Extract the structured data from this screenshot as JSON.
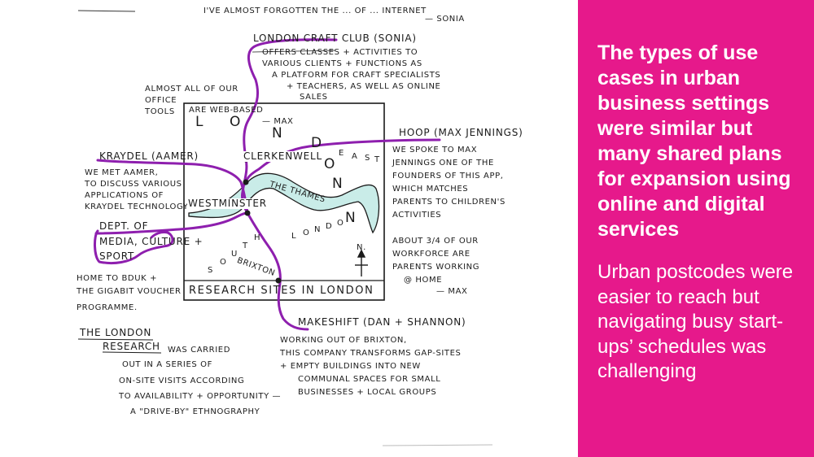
{
  "sidebar": {
    "heading": "The types of use cases in urban business settings were similar but many shared plans for expansion using online and digital services",
    "body": "Urban postcodes were easier to reach but navigating busy start-ups’ schedules was challenging"
  },
  "sketch": {
    "top_quote": "I'VE ALMOST FORGOTTEN THE ... OF ... INTERNET",
    "top_quote_author": "— SONIA",
    "craft_club": {
      "title": "LONDON CRAFT CLUB (SONIA)",
      "lines": [
        "OFFERS CLASSES + ACTIVITIES TO",
        "VARIOUS CLIENTS + FUNCTIONS AS",
        "A PLATFORM FOR CRAFT SPECIALISTS",
        "+ TEACHERS, AS WELL AS ONLINE",
        "SALES"
      ]
    },
    "max_quote": [
      "ALMOST ALL OF OUR",
      "OFFICE",
      "TOOLS",
      "ARE WEB-BASED"
    ],
    "max_quote_author": "— MAX",
    "hoop": {
      "title": "HOOP (MAX JENNINGS)",
      "lines": [
        "WE SPOKE TO MAX",
        "JENNINGS ONE OF THE",
        "FOUNDERS OF THIS APP,",
        "WHICH MATCHES",
        "PARENTS TO CHILDREN'S",
        "ACTIVITIES"
      ]
    },
    "workforce_quote": [
      "ABOUT 3/4 OF OUR",
      "WORKFORCE ARE",
      "PARENTS WORKING",
      "@ HOME"
    ],
    "workforce_author": "— MAX",
    "kraydel": {
      "title": "KRAYDEL (AAMER)",
      "lines": [
        "WE MET AAMER,",
        "TO DISCUSS VARIOUS",
        "APPLICATIONS OF",
        "KRAYDEL TECHNOLOGY"
      ]
    },
    "dcms": {
      "title_lines": [
        "DEPT. OF",
        "MEDIA, CULTURE +",
        "SPORT"
      ],
      "lines": [
        "HOME TO BDUK +",
        "THE GIGABIT VOUCHER",
        "PROGRAMME."
      ]
    },
    "makeshift": {
      "title": "MAKESHIFT (DAN + SHANNON)",
      "lines": [
        "WORKING OUT OF BRIXTON,",
        "THIS COMPANY TRANSFORMS GAP-SITES",
        "+ EMPTY BUILDINGS INTO NEW",
        "COMMUNAL SPACES FOR SMALL",
        "BUSINESSES + LOCAL GROUPS"
      ]
    },
    "research_note": {
      "title_lines": [
        "THE LONDON",
        "RESEARCH"
      ],
      "lines": [
        "WAS CARRIED",
        "OUT IN A SERIES OF",
        "ON-SITE VISITS ACCORDING",
        "TO AVAILABILITY + OPPORTUNITY —",
        "A \"DRIVE-BY\" ETHNOGRAPHY"
      ]
    },
    "map": {
      "caption": "RESEARCH SITES IN LONDON",
      "places": {
        "clerkenwell": "CLERKENWELL",
        "westminster": "WESTMINSTER",
        "thames": "THE THAMES",
        "brixton": "BRIXTON",
        "north": "N."
      },
      "letters": {
        "london": [
          "L",
          "O",
          "N",
          "D",
          "O",
          "N"
        ],
        "east": [
          "E",
          "A",
          "S",
          "T"
        ],
        "south": [
          "S",
          "O",
          "U",
          "T",
          "H"
        ],
        "se_london": [
          "L",
          "O",
          "N",
          "D",
          "O",
          "N"
        ]
      }
    },
    "colors": {
      "accent": "#e6198b",
      "route": "#8e1fae",
      "ink": "#1b1b1b",
      "river": "#c9ece8"
    }
  }
}
